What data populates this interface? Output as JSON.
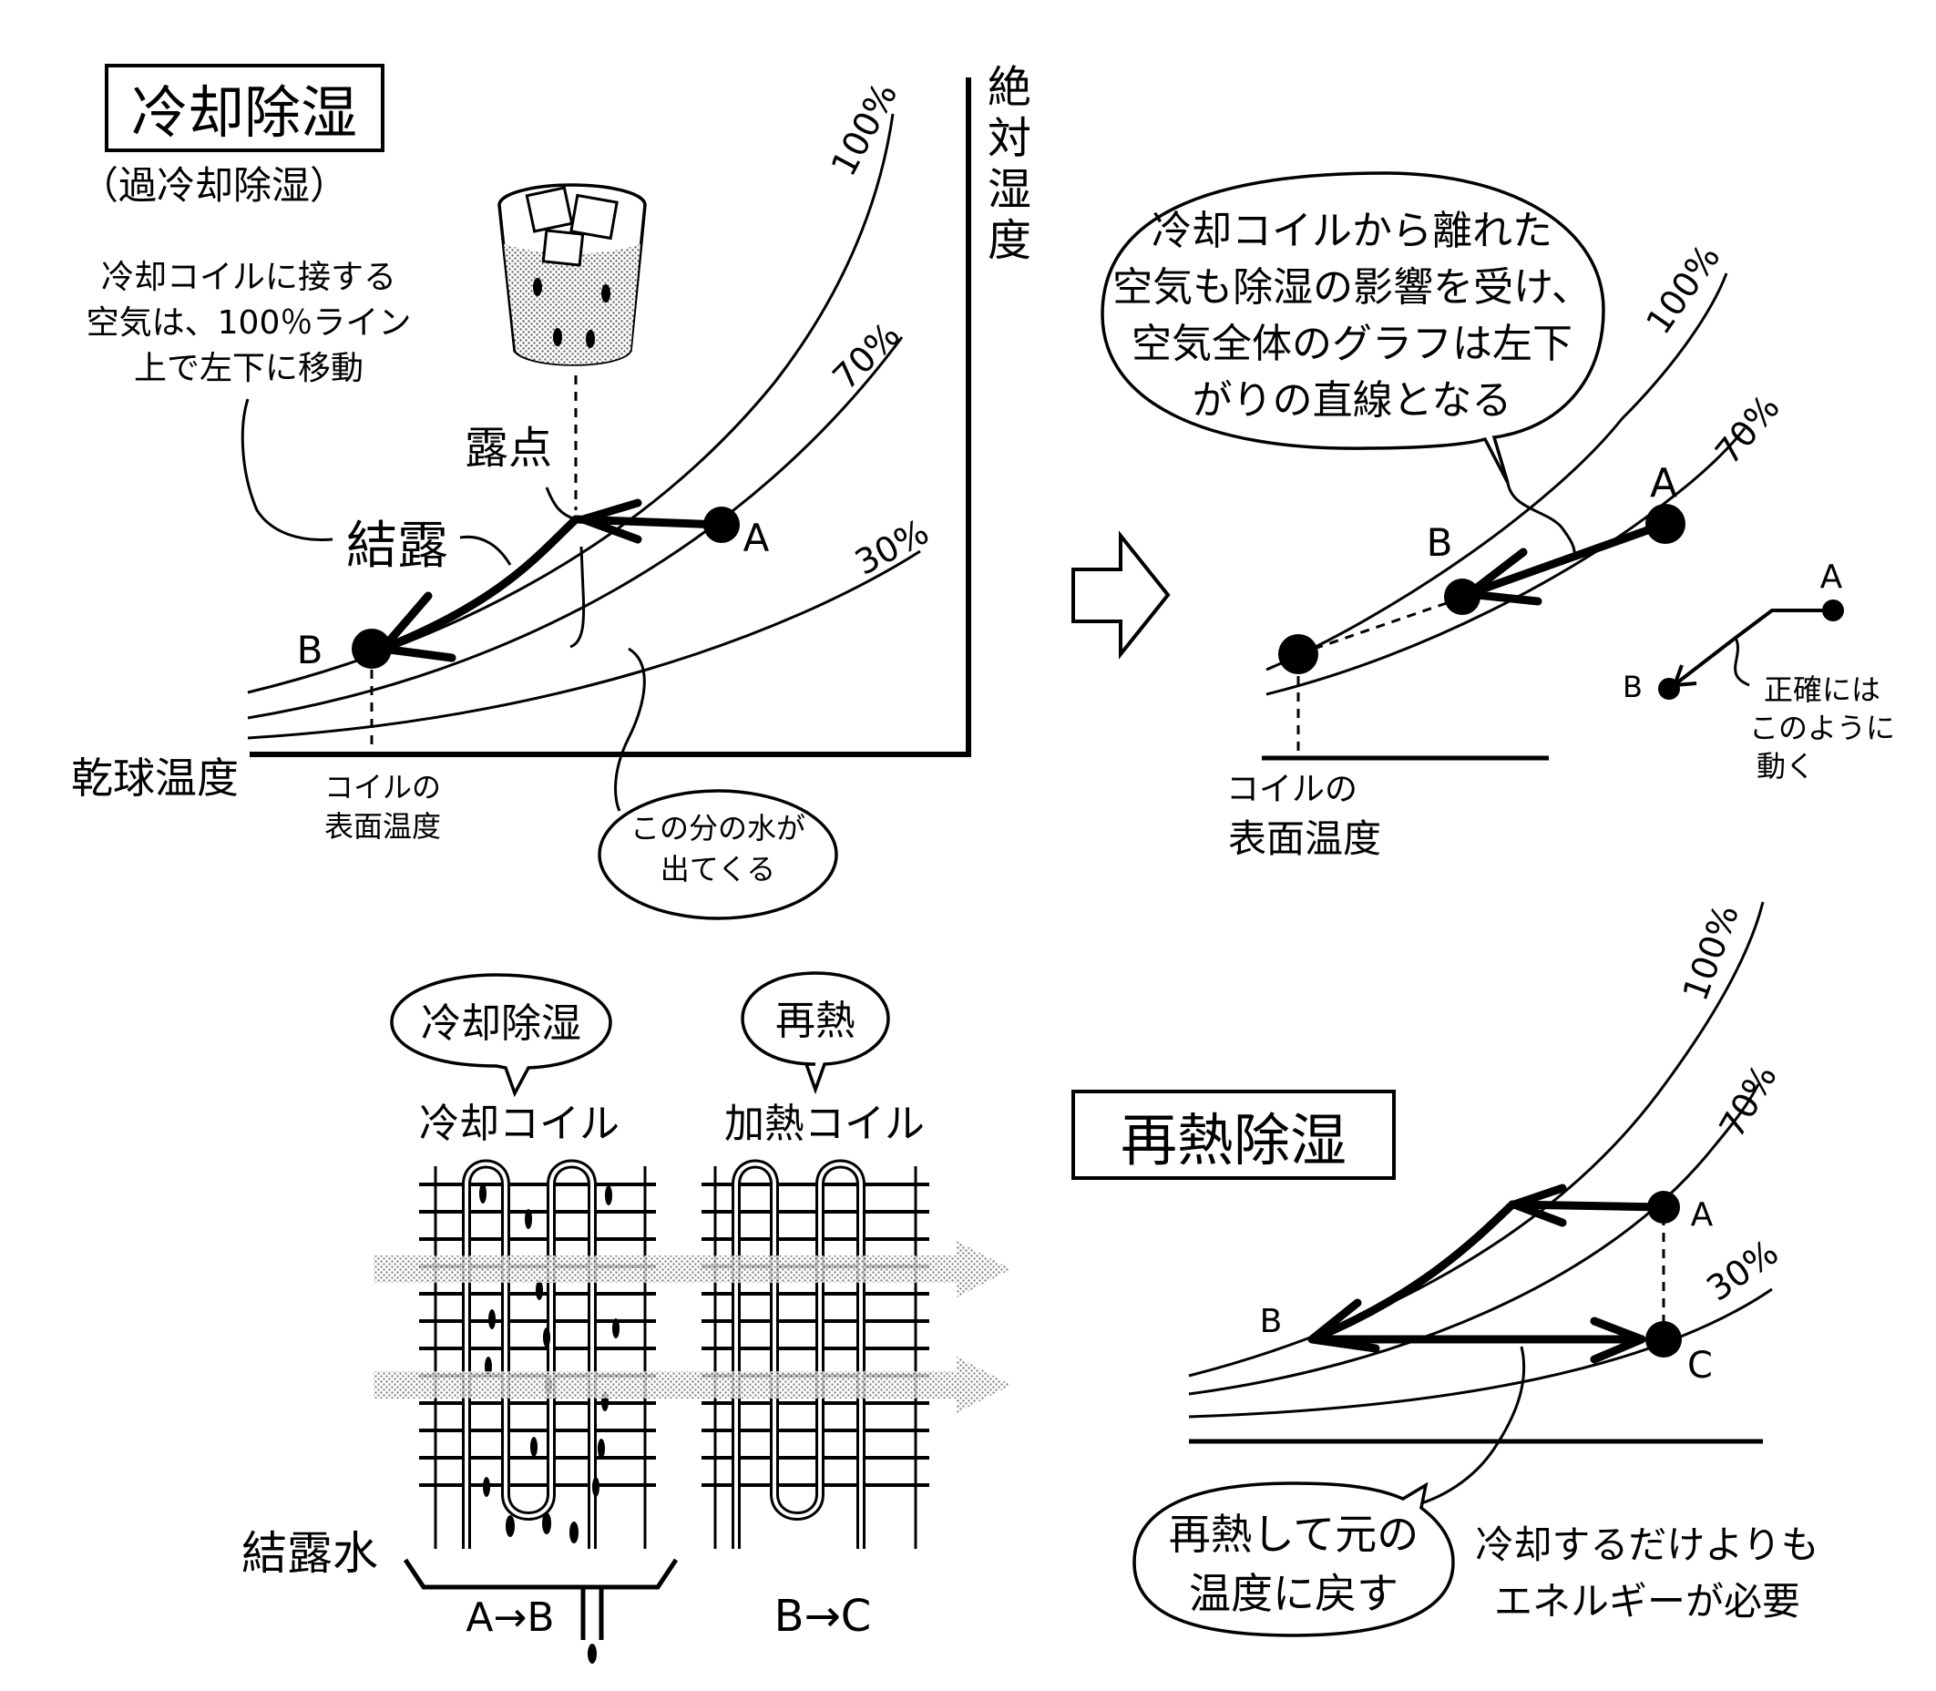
{
  "diagram1": {
    "title": "冷却除湿",
    "subtitle": "（過冷却除湿）",
    "note_lines": [
      "冷却コイルに接する",
      "空気は、100％ライン",
      "上で左下に移動"
    ],
    "y_axis": [
      "絶",
      "対",
      "湿",
      "度"
    ],
    "x_axis": "乾球温度",
    "curve_labels": [
      "100%",
      "70%",
      "30%"
    ],
    "dew_point": "露点",
    "condensation": "結露",
    "point_a": "A",
    "point_b": "B",
    "coil_temp": [
      "コイルの",
      "表面温度"
    ],
    "water_note": [
      "この分の水が",
      "出てくる"
    ]
  },
  "diagram2": {
    "bubble_lines": [
      "冷却コイルから離れた",
      "空気も除湿の影響を受け、",
      "空気全体のグラフは左下",
      "がりの直線となる"
    ],
    "curve_labels": [
      "100%",
      "70%"
    ],
    "point_a": "A",
    "point_b": "B",
    "coil_temp": [
      "コイルの",
      "表面温度"
    ],
    "inset_a": "A",
    "inset_b": "B",
    "inset_note": [
      "正確には",
      "このように",
      "動く"
    ]
  },
  "diagram3": {
    "bubble_cool": "冷却除湿",
    "bubble_reheat": "再熱",
    "cooling_coil": "冷却コイル",
    "heating_coil": "加熱コイル",
    "condensate": "結露水",
    "range_ab": "A→B",
    "range_bc": "B→C"
  },
  "diagram4": {
    "title": "再熱除湿",
    "curve_labels": [
      "100%",
      "70%",
      "30%"
    ],
    "point_a": "A",
    "point_b": "B",
    "point_c": "C",
    "bubble_lines": [
      "再熱して元の",
      "温度に戻す"
    ],
    "energy_note": [
      "冷却するだけよりも",
      "エネルギーが必要"
    ]
  }
}
